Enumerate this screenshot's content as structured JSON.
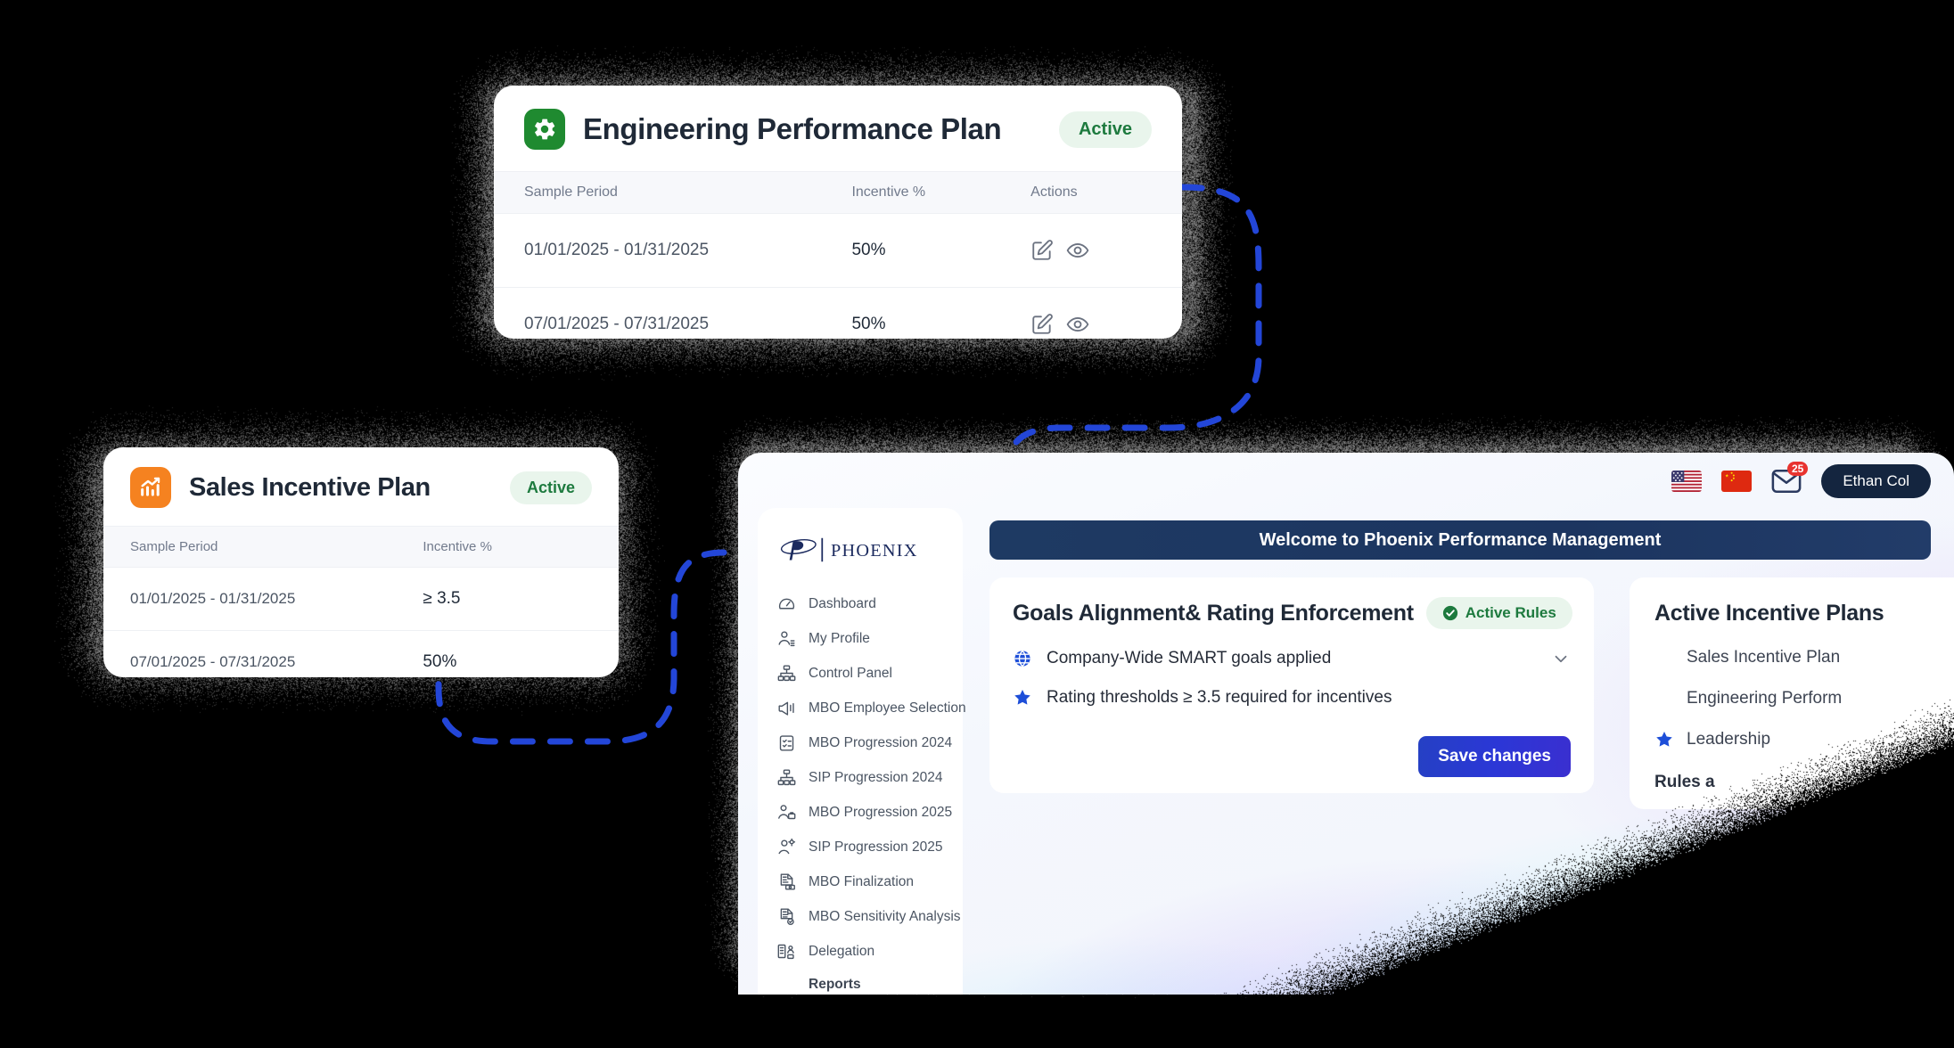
{
  "engineering_card": {
    "icon": "gear-icon",
    "icon_bg": "#1f8a30",
    "title": "Engineering Performance Plan",
    "status_badge": "Active",
    "columns": [
      "Sample Period",
      "Incentive %",
      "Actions"
    ],
    "rows": [
      {
        "period": "01/01/2025 - 01/31/2025",
        "incentive": "50%",
        "actions": [
          "edit-icon",
          "view-icon"
        ]
      },
      {
        "period": "07/01/2025 - 07/31/2025",
        "incentive": "50%",
        "actions": [
          "edit-icon",
          "view-icon"
        ]
      }
    ]
  },
  "sales_card": {
    "icon": "bar-chart-trend-icon",
    "icon_bg": "#f58220",
    "title": "Sales Incentive Plan",
    "status_badge": "Active",
    "columns": [
      "Sample Period",
      "Incentive %"
    ],
    "rows": [
      {
        "period": "01/01/2025 - 01/31/2025",
        "incentive": "≥ 3.5"
      },
      {
        "period": "07/01/2025 - 07/31/2025",
        "incentive": "50%"
      }
    ]
  },
  "app": {
    "topbar": {
      "flag_us": "united-states-flag",
      "flag_cn": "china-flag",
      "mail_badge_count": "25",
      "user_name": "Ethan Col"
    },
    "brand": {
      "monogram": "P",
      "wordmark": "PHOENIX"
    },
    "sidebar": {
      "items": [
        {
          "label": "Dashboard",
          "icon": "gauge-icon"
        },
        {
          "label": "My Profile",
          "icon": "user-list-icon"
        },
        {
          "label": "Control Panel",
          "icon": "org-chart-icon"
        },
        {
          "label": "MBO Employee Selection",
          "icon": "megaphone-icon"
        },
        {
          "label": "MBO Progression 2024",
          "icon": "clipboard-check-icon"
        },
        {
          "label": "SIP Progression 2024",
          "icon": "org-chart-icon"
        },
        {
          "label": "MBO Progression 2025",
          "icon": "user-briefcase-icon"
        },
        {
          "label": "SIP Progression 2025",
          "icon": "user-gear-icon"
        },
        {
          "label": "MBO Finalization",
          "icon": "document-money-icon"
        },
        {
          "label": "MBO Sensitivity Analysis",
          "icon": "document-check-icon"
        },
        {
          "label": "Delegation",
          "icon": "delegation-icon"
        },
        {
          "label": "Reports",
          "icon": null
        }
      ]
    },
    "welcome_banner": "Welcome to Phoenix Performance Management",
    "goals_card": {
      "title": "Goals Alignment& Rating Enforcement",
      "badge": "Active Rules",
      "badge_icon": "check-circle-icon",
      "rules": [
        {
          "text": "Company-Wide SMART goals applied",
          "icon": "globe-icon",
          "has_chevron": true
        },
        {
          "text": "Rating thresholds ≥ 3.5 required for incentives",
          "icon": "star-icon",
          "has_chevron": false
        }
      ],
      "save_label": "Save changes"
    },
    "plans_card": {
      "title": "Active Incentive Plans",
      "items": [
        {
          "label": "Sales Incentive Plan",
          "icon": null
        },
        {
          "label": "Engineering Perform",
          "icon": null
        },
        {
          "label": "Leadership",
          "icon": "star-icon"
        }
      ],
      "footer": "Rules a"
    }
  },
  "colors": {
    "accent_blue": "#1d4ed8",
    "connector_blue": "#2346d8",
    "badge_green_text": "#1d7a3e",
    "badge_green_bg": "#e9f5ec",
    "navy": "#1e3a63",
    "orange": "#f58220",
    "green": "#1f8a30"
  }
}
